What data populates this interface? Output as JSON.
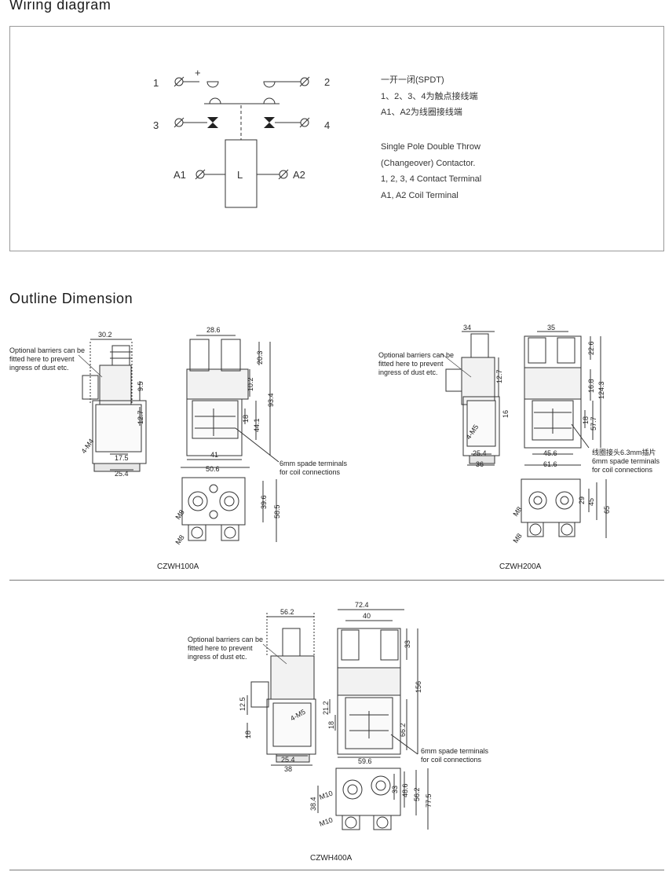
{
  "wiring": {
    "title": "Wiring diagram",
    "terminals": {
      "t1": "1",
      "t2": "2",
      "t3": "3",
      "t4": "4",
      "a1": "A1",
      "a2": "A2",
      "coil": "L",
      "plus": "+"
    },
    "cn_lines": [
      "一开一闭(SPDT)",
      "1、2、3、4为触点接线端",
      "A1、A2为线圈接线端"
    ],
    "en_lines": [
      "Single Pole Double Throw",
      "(Changeover) Contactor.",
      "1, 2, 3, 4 Contact Terminal",
      "A1, A2 Coil Terminal"
    ]
  },
  "outline": {
    "title": "Outline Dimension",
    "note_barriers": [
      "Optional barriers can be",
      "fitted here to prevent",
      "ingress of dust etc."
    ],
    "note_spade": [
      "6mm spade terminals",
      "for coil connections"
    ],
    "note_spade_cn": "线圈接头6.3mm插片",
    "models": {
      "czwh100a": {
        "caption": "CZWH100A",
        "dims": {
          "w302": "30.2",
          "w286": "28.6",
          "v203": "20.3",
          "v95": "9.5",
          "v102": "10.2",
          "v934": "93.4",
          "v127": "12.7",
          "v18": "18",
          "v441": "44.1",
          "m4": "4-M4",
          "w175": "17.5",
          "w254": "25.4",
          "w41": "41",
          "w506": "50.6",
          "v396": "39.6",
          "v585": "58.5",
          "m8a": "M8",
          "m8b": "M8"
        }
      },
      "czwh200a": {
        "caption": "CZWH200A",
        "dims": {
          "w34": "34",
          "w35": "35",
          "v226": "22.6",
          "v127": "12.7",
          "v168": "16.8",
          "v1243": "124.3",
          "v16": "16",
          "v18": "18",
          "v577": "57.7",
          "m5": "4-M5",
          "w254": "25.4",
          "w36": "36",
          "w456": "45.6",
          "w616": "61.6",
          "v29": "29",
          "v45": "45",
          "v65": "65",
          "m8a": "M8",
          "m8b": "M8"
        }
      },
      "czwh400a": {
        "caption": "CZWH400A",
        "dims": {
          "w562": "56.2",
          "w724": "72.4",
          "w40": "40",
          "v33": "33",
          "v156": "156",
          "v125": "12.5",
          "v212": "21.2",
          "v18a": "18",
          "v662": "66.2",
          "m5": "4-M5",
          "v18b": "18",
          "w254": "25.4",
          "w38": "38",
          "w596": "59.6",
          "v33b": "33",
          "v486": "48.6",
          "v562": "56.2",
          "v775": "77.5",
          "v384": "38.4",
          "m10a": "M10",
          "m10b": "M10"
        }
      }
    }
  }
}
